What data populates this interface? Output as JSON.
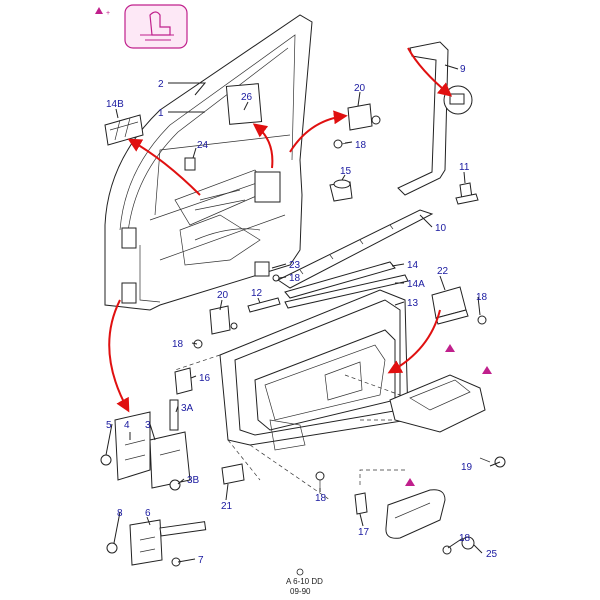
{
  "labels": {
    "p2": "2",
    "p1": "1",
    "p26": "26",
    "p14b": "14B",
    "p24": "24",
    "p20a": "20",
    "p18a": "18",
    "p15": "15",
    "p9": "9",
    "p11": "11",
    "p10": "10",
    "p23": "23",
    "p18b": "18",
    "p14": "14",
    "p14a": "14A",
    "p12": "12",
    "p13": "13",
    "p20b": "20",
    "p22": "22",
    "p18c": "18",
    "p18d": "18",
    "p16": "16",
    "p3a": "3A",
    "p5": "5",
    "p4": "4",
    "p3": "3",
    "p3b": "3B",
    "p21": "21",
    "p18e": "18",
    "p19": "19",
    "p8": "8",
    "p6": "6",
    "p7": "7",
    "p17": "17",
    "p18f": "18",
    "p25": "25"
  },
  "footer": {
    "line1": "A 6-10 DD",
    "line2": "09-90"
  },
  "colors": {
    "label": "#1a1aa0",
    "accent_red": "#e01010",
    "badge": "#c0208c",
    "badge_fill": "#fde8f6",
    "line": "#222222"
  },
  "icons": {
    "badge": "seat-icon",
    "marker": "triangle-marker-icon"
  }
}
